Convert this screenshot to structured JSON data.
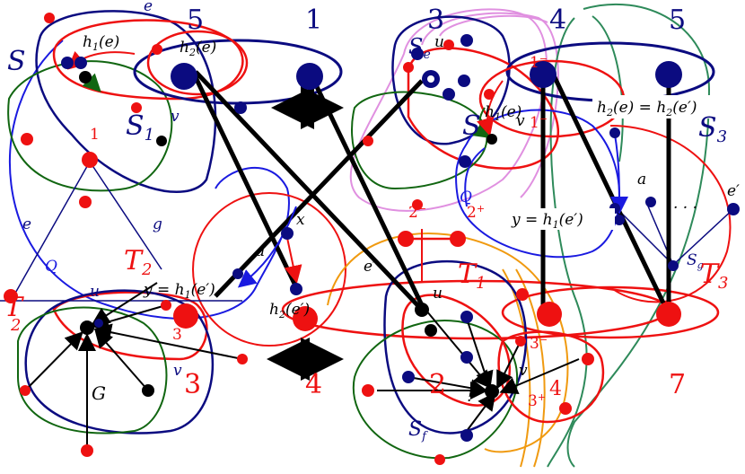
{
  "colors": {
    "red": "#ee1111",
    "navy": "#0b0b80",
    "blue": "#1a1ae0",
    "green": "#116611",
    "orange": "#f09a10",
    "violet": "#e090e0",
    "teal": "#2e8a5a",
    "black": "#000000"
  },
  "left_panel": {
    "S": "S",
    "S1": "S",
    "S1_sub": "1",
    "T2": "T",
    "T2_sub": "2",
    "T_bottom": "T",
    "T_bottom_sub": "2",
    "h1e": "h",
    "h1e_sub": "1",
    "h1e_arg": "(e)",
    "h2e": "h",
    "h2e_sub": "2",
    "h2e_arg": "(e)",
    "v_top": "v",
    "one": "1",
    "e_top": "e",
    "e_mid": "e",
    "g": "g",
    "Q": "Q",
    "u": "u",
    "x": "x",
    "a": "a",
    "y_eq": "y = h",
    "y_eq_sub": "1",
    "y_eq_arg": "(e′)",
    "h2e_prime": "h",
    "h2e_prime_sub": "2",
    "h2e_prime_arg": "(e′)",
    "three_small": "3",
    "v_bottom": "v",
    "G": "G",
    "e_prime": "e′"
  },
  "right_panel": {
    "S_e": "S",
    "S_e_sub": "e",
    "u_top": "u",
    "h1e": "h",
    "h1e_sub": "1",
    "h1e_arg": "(e)",
    "v_top": "v",
    "S_big": "S",
    "one_minus": "1",
    "one_minus_sup": "−",
    "h2_eq": "h",
    "h2_eq_sub": "2",
    "h2_eq_mid": "(e) = h",
    "h2_eq_sub2": "2",
    "h2_eq_arg": "(e′)",
    "S3": "S",
    "S3_sub": "3",
    "two_minus": "2",
    "two_minus_sup": "−",
    "two_plus": "2",
    "two_plus_sup": "+",
    "Q": "Q",
    "y_eq": "y = h",
    "y_eq_sub": "1",
    "y_eq_arg": "(e′)",
    "a": "a",
    "dots": "· · ·",
    "e_prime": "e′",
    "S_g": "S",
    "S_g_sub": "g",
    "T1": "T",
    "T1_sub": "1",
    "T3": "T",
    "T3_sub": "3",
    "u_mid": "u",
    "three_minus": "3",
    "three_minus_sup": "−",
    "three_plus": "3",
    "three_plus_sup": "+",
    "v_bottom": "v",
    "S_f": "S",
    "S_f_sub": "f",
    "two_small": "2",
    "four_small": "4",
    "dot_small": "·",
    "two_prime": "2"
  },
  "column_numbers": {
    "n5_left": "5",
    "n1": "1",
    "n3": "3",
    "n4_top": "4",
    "n5_right": "5",
    "n3_bottom": "3",
    "n4_bottom": "4",
    "n7": "7",
    "n2_bottom": "2"
  }
}
